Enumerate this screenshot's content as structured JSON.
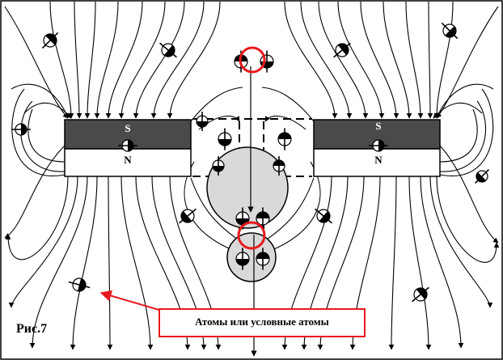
{
  "diagram": {
    "figure_label": "Рис.7",
    "annotation": "Атомы или условные атомы",
    "magnet_left": {
      "top_pole": "S",
      "bottom_pole": "N"
    },
    "magnet_right": {
      "top_pole": "S",
      "bottom_pole": "N"
    }
  },
  "colors": {
    "line": "#000000",
    "highlight": "#e8181c",
    "magnet_dark": "#4a4a4a",
    "atom_fill": "#d9d9d9"
  },
  "icons": [
    "atom-dipole-icon",
    "red-circle-highlight-icon",
    "arrow-icon"
  ]
}
